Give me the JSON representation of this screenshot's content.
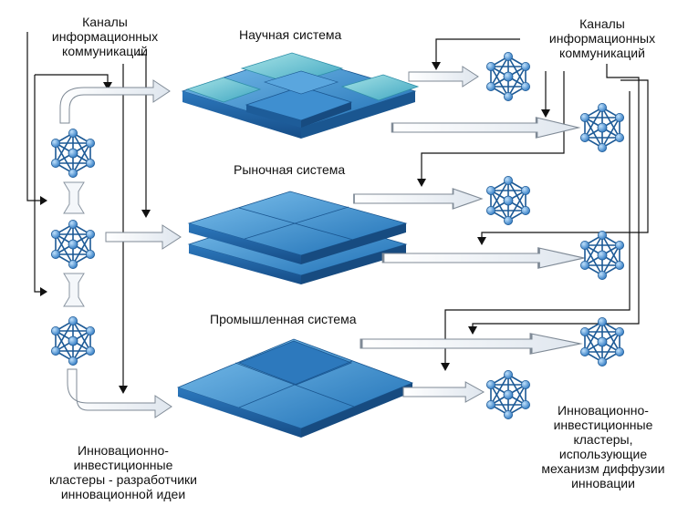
{
  "channels_left": "Каналы\nинформационных\nкоммуникаций",
  "channels_right": "Каналы\nинформационных\nкоммуникаций",
  "systems": {
    "science": "Научная система",
    "market": "Рыночная система",
    "industry": "Промышленная система"
  },
  "left_caption": "Инновационно-\nинвестиционные\nкластеры - разработчики\nинновационной идеи",
  "right_caption": "Инновационно-\nинвестиционные\nкластеры,\nиспользующие\nмеханизм диффузии\nинновации",
  "colors": {
    "node": "#4a8fd1",
    "node_dark": "#1f5f9e",
    "layer_top": "#3b8fd0",
    "layer_side": "#1d5c99",
    "science_teal": "#6ec9cf"
  },
  "icons": [
    "network-cluster-icon"
  ]
}
